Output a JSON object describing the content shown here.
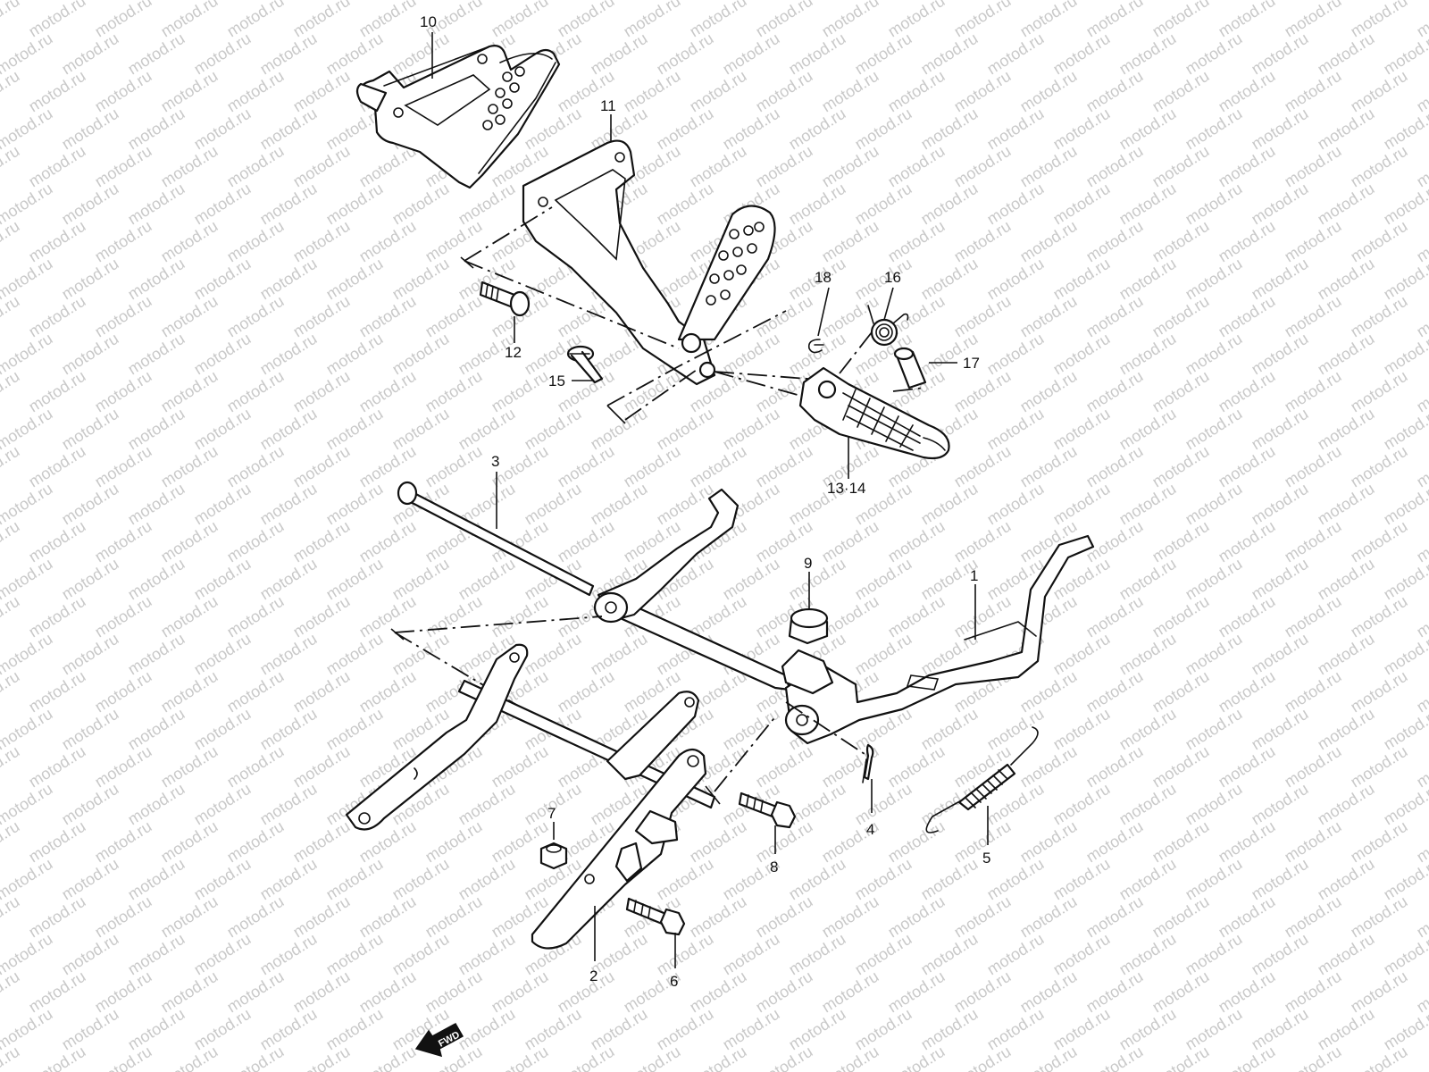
{
  "watermark": {
    "text": "motod.ru",
    "color": "#c9c9c9"
  },
  "callouts": {
    "c1": "1",
    "c2": "2",
    "c3": "3",
    "c4": "4",
    "c5": "5",
    "c6": "6",
    "c7": "7",
    "c8": "8",
    "c9": "9",
    "c10": "10",
    "c11": "11",
    "c12": "12",
    "c13_14": "13·14",
    "c15": "15",
    "c16": "16",
    "c17": "17",
    "c18": "18"
  },
  "fwd_label": "FWD",
  "colors": {
    "line": "#111111",
    "background": "#ffffff"
  }
}
